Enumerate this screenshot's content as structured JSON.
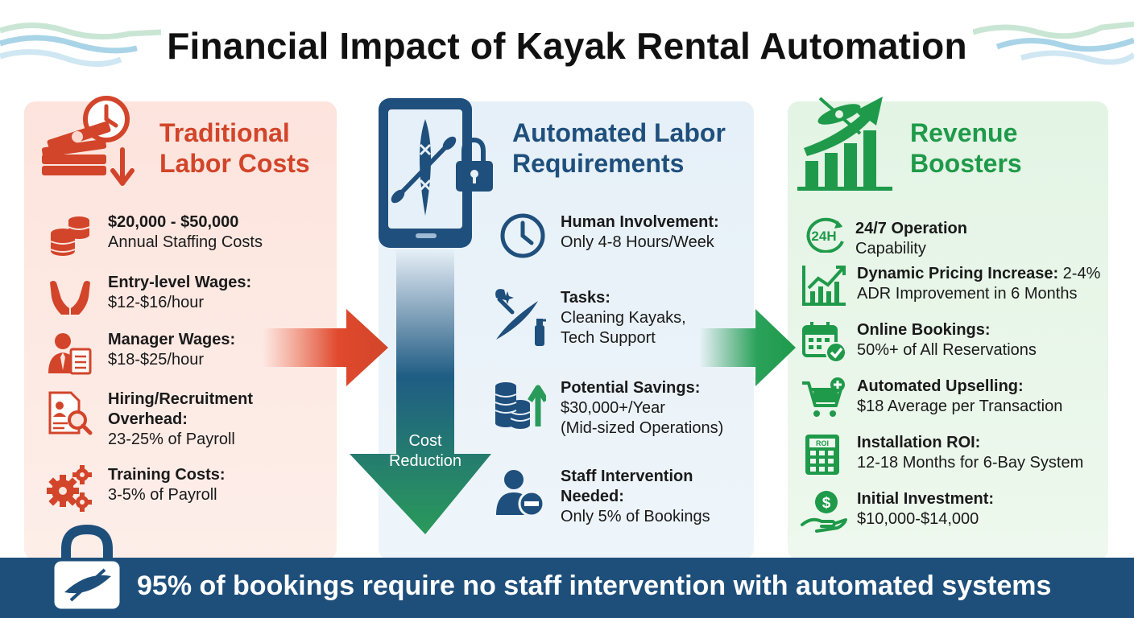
{
  "title": "Financial Impact of Kayak Rental Automation",
  "colors": {
    "traditional": "#d2452a",
    "automated": "#1f4f7c",
    "revenue": "#1f9a4a",
    "banner": "#1e4f7b"
  },
  "traditional": {
    "title_line1": "Traditional",
    "title_line2": "Labor Costs",
    "hero_icon": "money-clock-down-icon",
    "items": [
      {
        "icon": "coin-stack-icon",
        "bold": "$20,000 - $50,000",
        "text": "Annual Staffing Costs"
      },
      {
        "icon": "hands-icon",
        "bold": "Entry-level Wages:",
        "text": "$12-$16/hour"
      },
      {
        "icon": "manager-clipboard-icon",
        "bold": "Manager Wages:",
        "text": "$18-$25/hour"
      },
      {
        "icon": "document-search-icon",
        "bold": "Hiring/Recruitment",
        "bold2": "Overhead:",
        "text": "23-25% of Payroll"
      },
      {
        "icon": "gears-icon",
        "bold": "Training Costs:",
        "text": "3-5% of Payroll"
      }
    ]
  },
  "automated": {
    "title_line1": "Automated Labor",
    "title_line2": "Requirements",
    "hero_icon": "phone-kayak-lock-icon",
    "cost_label_line1": "Cost",
    "cost_label_line2": "Reduction",
    "items": [
      {
        "icon": "clock-icon",
        "bold": "Human Involvement:",
        "text": "Only 4-8 Hours/Week"
      },
      {
        "icon": "tools-kayak-icon",
        "bold": "Tasks:",
        "text": "Cleaning Kayaks,",
        "text2": "Tech Support"
      },
      {
        "icon": "coins-arrow-up-icon",
        "bold": "Potential Savings:",
        "text": "$30,000+/Year",
        "text2": "(Mid-sized Operations)"
      },
      {
        "icon": "person-minus-icon",
        "bold": "Staff Intervention",
        "bold2": "Needed:",
        "text": "Only 5% of Bookings"
      }
    ]
  },
  "revenue": {
    "title_line1": "Revenue",
    "title_line2": "Boosters",
    "hero_icon": "growth-chart-kayak-icon",
    "items": [
      {
        "icon": "24h-icon",
        "bold": "24/7 Operation",
        "text": " Capability"
      },
      {
        "icon": "line-chart-icon",
        "bold": "Dynamic Pricing Increase:",
        "text_inline": " 2-4%",
        "text": "ADR Improvement in 6 Months"
      },
      {
        "icon": "calendar-check-icon",
        "bold": "Online Bookings:",
        "text": "50%+ of All Reservations"
      },
      {
        "icon": "cart-plus-icon",
        "bold": "Automated Upselling:",
        "text": "$18 Average per Transaction"
      },
      {
        "icon": "roi-calculator-icon",
        "bold": "Installation ROI:",
        "text": "12-18 Months for 6-Bay System"
      },
      {
        "icon": "dollar-hand-icon",
        "bold": "Initial Investment:",
        "text": "$10,000-$14,000"
      }
    ]
  },
  "banner": {
    "icon": "lock-kayak-icon",
    "text": "95% of bookings require no staff intervention with automated systems"
  }
}
